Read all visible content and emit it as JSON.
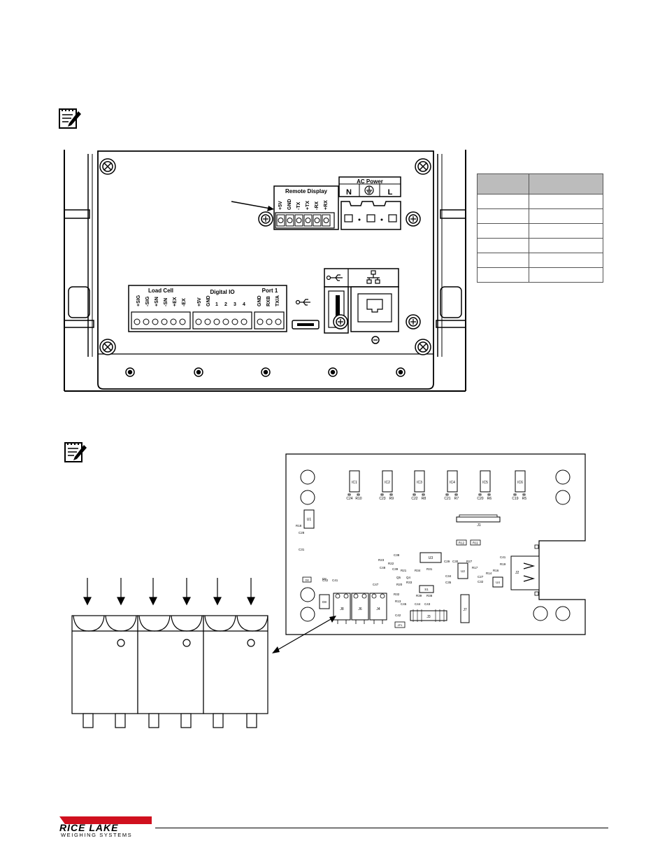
{
  "figure1": {
    "remote_display_title": "Remote Display",
    "remote_display_pins": [
      "+5V",
      "GND",
      "-TX",
      "+TX",
      "-RX",
      "+RX"
    ],
    "ac_power_title": "AC Power",
    "ac_power_pins": [
      "N",
      "L"
    ],
    "load_cell_title": "Load Cell",
    "load_cell_pins": [
      "+SIG",
      "-SIG",
      "+SN",
      "-SN",
      "+EX",
      "-EX"
    ],
    "digital_io_title": "Digital IO",
    "digital_io_pins": [
      "+5V",
      "GND",
      "1",
      "2",
      "3",
      "4"
    ],
    "port1_title": "Port 1",
    "port1_pins": [
      "GND",
      "RXB",
      "TX/A"
    ]
  },
  "side_table": {
    "header_count": 2,
    "row_count": 6
  },
  "figure2": {
    "chips": [
      "IC1",
      "IC2",
      "IC3",
      "IC4",
      "IC5",
      "IC6"
    ],
    "chip_caps": [
      "C24",
      "C23",
      "C22",
      "C21",
      "C20",
      "C19"
    ],
    "chip_res": [
      "R10",
      "R9",
      "R8",
      "R7",
      "R6",
      "R5"
    ],
    "connectors": [
      "J8",
      "J6",
      "J4",
      "J7",
      "J3",
      "J1",
      "J2",
      "JP1"
    ],
    "misc_labels": [
      "U1",
      "U3",
      "U2",
      "U4",
      "D8",
      "S1",
      "R12",
      "R11",
      "R20",
      "C42",
      "C41",
      "C47",
      "C48",
      "C38",
      "C39",
      "C27",
      "C32",
      "C34",
      "C35",
      "C44",
      "C43",
      "C45",
      "R23",
      "R21",
      "R22",
      "R27",
      "R33",
      "R32",
      "R31",
      "R34",
      "R38",
      "R39",
      "R13",
      "R19",
      "R17",
      "R14",
      "R16",
      "R18",
      "Q5",
      "Q4",
      "C28",
      "C31",
      "C29",
      "C30"
    ]
  },
  "footer": {
    "brand_top": "RICE LAKE",
    "brand_bottom": "WEIGHING SYSTEMS"
  }
}
